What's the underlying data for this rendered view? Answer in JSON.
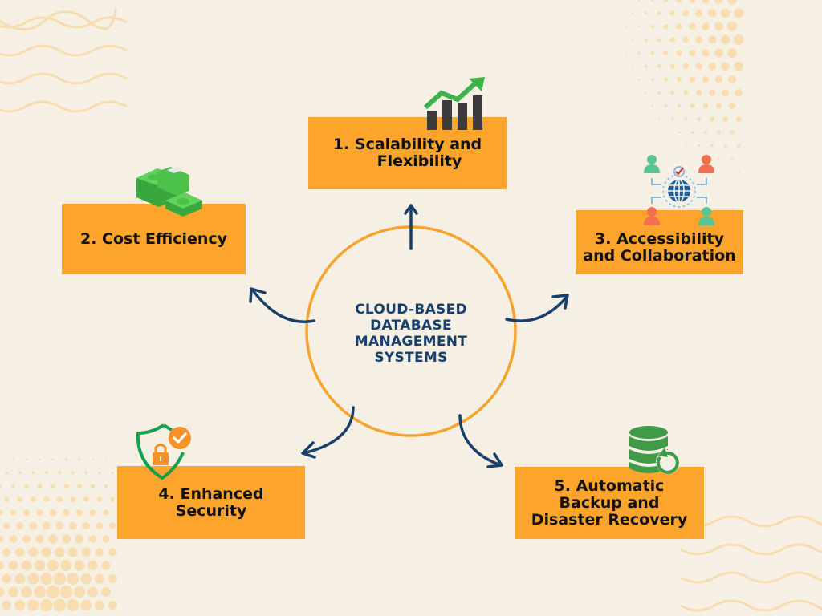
{
  "center": {
    "title_lines": [
      "CLOUD-BASED",
      "DATABASE",
      "MANAGEMENT",
      "SYSTEMS"
    ]
  },
  "benefits": [
    {
      "number": "1.",
      "lines": [
        "1.   Scalability and",
        "Flexibility"
      ],
      "icon": "growth-chart-icon"
    },
    {
      "number": "2.",
      "lines": [
        "2. Cost Efficiency"
      ],
      "icon": "money-stack-icon"
    },
    {
      "number": "3.",
      "lines": [
        "3. Accessibility",
        "and Collaboration"
      ],
      "icon": "global-collaboration-icon"
    },
    {
      "number": "4.",
      "lines": [
        "4. Enhanced",
        "Security"
      ],
      "icon": "security-shield-icon"
    },
    {
      "number": "5.",
      "lines": [
        "5. Automatic",
        "Backup and",
        "Disaster Recovery"
      ],
      "icon": "database-backup-icon"
    }
  ],
  "colors": {
    "background": "#f6f0e4",
    "card": "#fda42c",
    "circle": "#f5a42e",
    "arrow": "#17406d",
    "title": "#17406d",
    "accent_green": "#3cb44b",
    "decor": "#f7ddb0"
  }
}
